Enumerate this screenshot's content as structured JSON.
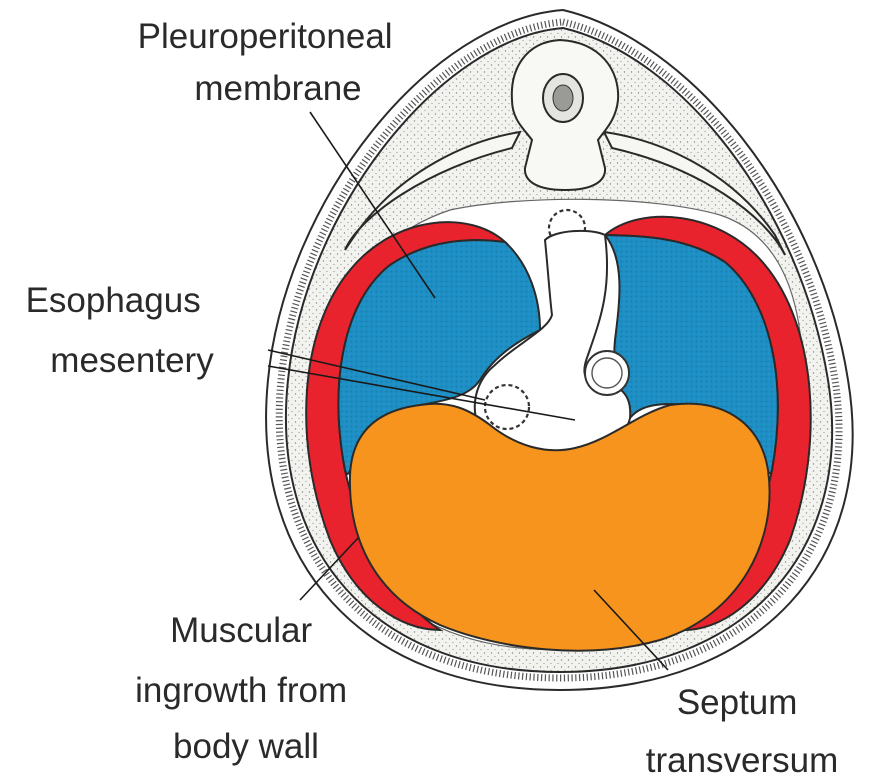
{
  "labels": {
    "pleuroperitoneal": [
      "Pleuroperitoneal",
      "membrane"
    ],
    "esophagus": [
      "Esophagus",
      "mesentery"
    ],
    "muscular": [
      "Muscular",
      "ingrowth from",
      "body wall"
    ],
    "septum": [
      "Septum",
      "transversum"
    ]
  },
  "colors": {
    "pleuroperitoneal_membrane": "#1e8fc4",
    "muscular_ingrowth": "#e8232e",
    "septum_transversum": "#f7941d",
    "body_wall": "#f0f0ec",
    "outline": "#2a2a2a"
  }
}
